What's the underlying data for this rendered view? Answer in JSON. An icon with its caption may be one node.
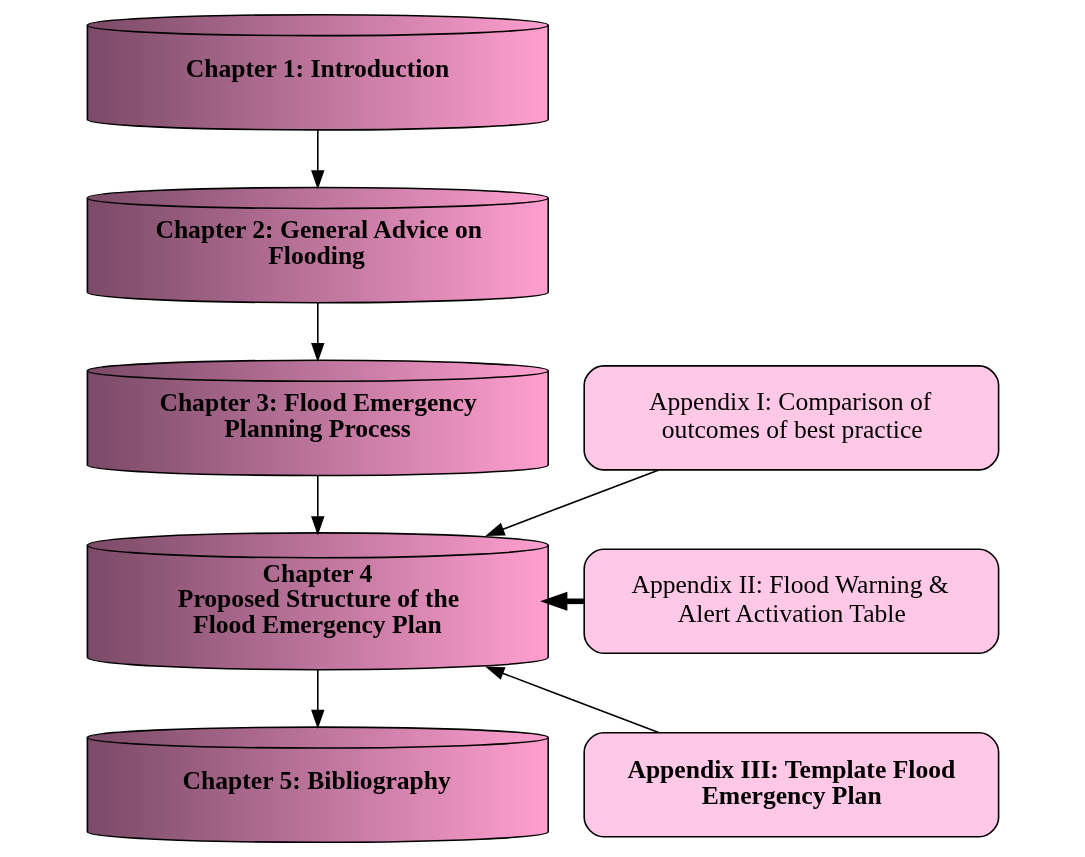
{
  "diagram": {
    "nodes": [
      {
        "text": [
          "Chapter 1: Introduction"
        ]
      },
      {
        "text": [
          "Chapter 2: General Advice on Flooding"
        ]
      },
      {
        "text": [
          "Chapter 3: Flood Emergency Planning Process"
        ]
      },
      {
        "text": [
          "Chapter 4",
          "Proposed Structure of the Flood Emergency Plan"
        ]
      },
      {
        "text": [
          "Chapter 5: Bibliography"
        ]
      },
      {
        "text": [
          "Appendix I: Comparison of outcomes of best practice"
        ]
      },
      {
        "text": [
          "Appendix II: Flood Warning & Alert Activation Table"
        ]
      },
      {
        "text": [
          "Appendix III: Template Flood Emergency Plan"
        ]
      }
    ],
    "edges": [
      {
        "from": 0,
        "to": 1,
        "arrow": "to"
      },
      {
        "from": 1,
        "to": 2,
        "arrow": "to"
      },
      {
        "from": 2,
        "to": 3,
        "arrow": "to"
      },
      {
        "from": 3,
        "to": 4,
        "arrow": "to"
      },
      {
        "from": 5,
        "to": 3,
        "arrow": "to"
      },
      {
        "from": 6,
        "to": 3,
        "arrow": "to",
        "style": "thick"
      },
      {
        "from": 7,
        "to": 3,
        "arrow": "to"
      }
    ]
  }
}
